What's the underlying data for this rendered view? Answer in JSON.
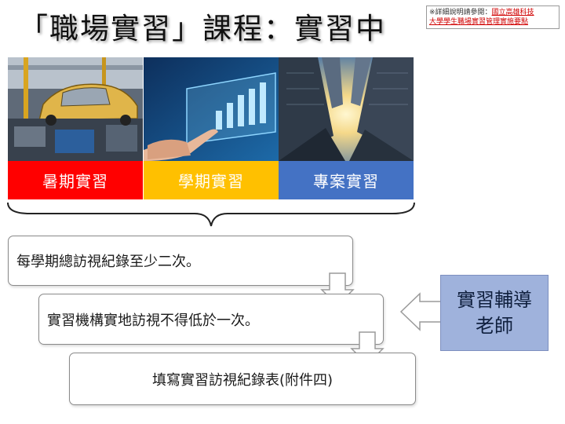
{
  "title": "「職場實習」課程：實習中",
  "note": {
    "prefix": "※詳細說明請參閱：",
    "link_line1": "國立高雄科技",
    "link_line2": "大學學生職場實習管理實施要點"
  },
  "panels": [
    {
      "label": "暑期實習",
      "color": "#ff0000",
      "icon": "car-factory-photo"
    },
    {
      "label": "學期實習",
      "color": "#ffc000",
      "icon": "bar-chart-hand-photo"
    },
    {
      "label": "專案實習",
      "color": "#4472c4",
      "icon": "skyscrapers-photo"
    }
  ],
  "steps": [
    "每學期總訪視紀錄至少二次。",
    "實習機構實地訪視不得低於一次。",
    "填寫實習訪視紀錄表(附件四)"
  ],
  "teacher": {
    "line1": "實習輔導",
    "line2": "老師",
    "color": "#9fb2dc"
  }
}
